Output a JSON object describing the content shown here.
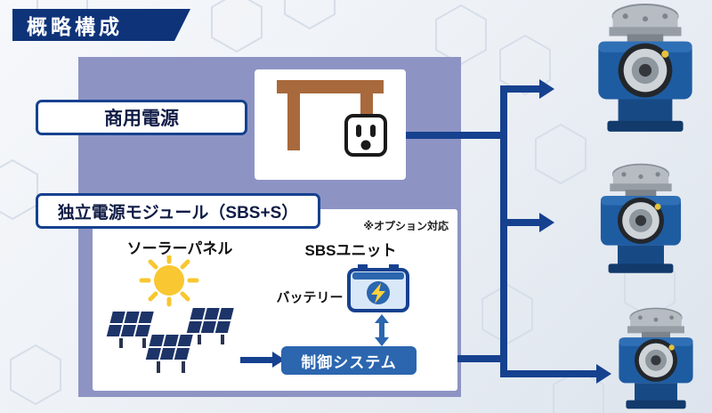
{
  "banner": {
    "title": "概略構成"
  },
  "power_section": {
    "commercial_power_label": "商用電源"
  },
  "module_section": {
    "module_label": "独立電源モジュール（SBS+S）",
    "option_note": "※オプション対応",
    "solar_panel_label": "ソーラーパネル",
    "sbs_unit_label": "SBSユニット",
    "battery_label": "バッテリー",
    "control_system_label": "制御システム"
  },
  "colors": {
    "banner_bg": "#0e3379",
    "panel_bg": "#8d94c4",
    "connection_line": "#16418f",
    "control_box_bg": "#2b66af",
    "battery_fill": "#d9e8f8",
    "sun_yellow": "#f8c731",
    "lightning_yellow": "#ffd23c",
    "house_brown": "#a8693c",
    "actuator_blue": "#1e5ca2"
  }
}
